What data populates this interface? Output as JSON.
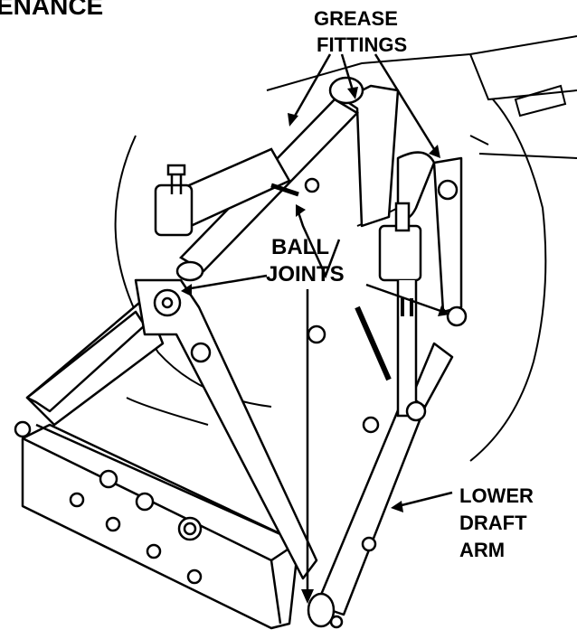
{
  "heading_fragment": "ENANCE",
  "labels": {
    "grease_fittings": [
      "GREASE",
      "FITTINGS"
    ],
    "ball_joints": [
      "BALL",
      "JOINTS"
    ],
    "lower_draft_arm": [
      "LOWER",
      "DRAFT",
      "ARM"
    ]
  }
}
